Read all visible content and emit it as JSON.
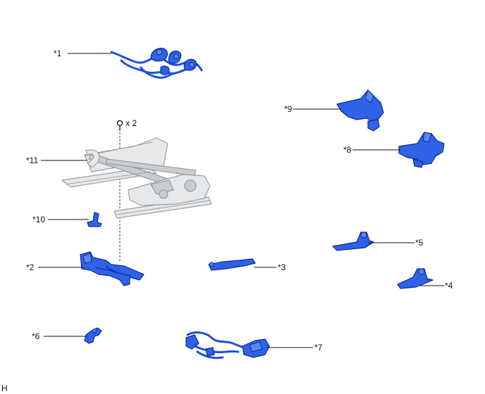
{
  "callouts": {
    "c1": "*1",
    "c2": "*2",
    "c3": "*3",
    "c4": "*4",
    "c5": "*5",
    "c6": "*6",
    "c7": "*7",
    "c8": "*8",
    "c9": "*9",
    "c10": "*10",
    "c11": "*11"
  },
  "fastener": {
    "quantity": "x 2"
  },
  "footer_code": "H",
  "colors": {
    "part_blue": "#2f62e6",
    "frame_gray": "#e6e8ea"
  }
}
